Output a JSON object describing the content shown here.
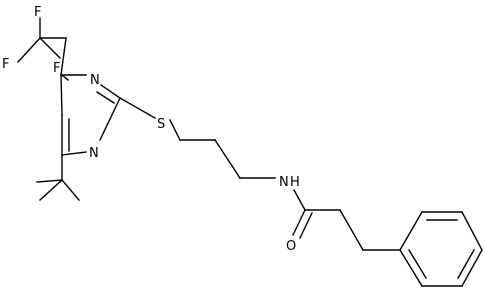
{
  "molecule": {
    "atom_labels": {
      "F1": "F",
      "F2": "F",
      "F3": "F",
      "N_ring_top": "N",
      "N_ring_bottom": "N",
      "S": "S",
      "NH": "N",
      "H": "H",
      "O": "O"
    }
  },
  "colors": {
    "background": "#ffffff",
    "bond": "#000000",
    "text": "#000000"
  }
}
